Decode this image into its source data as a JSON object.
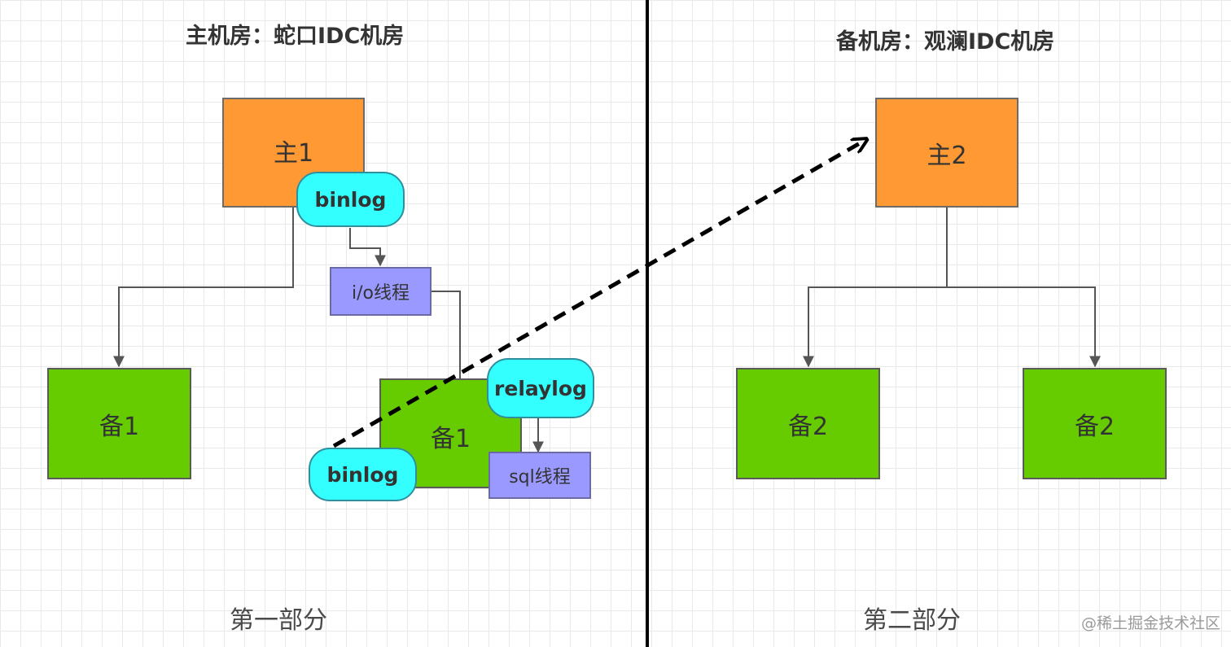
{
  "left_room": {
    "title": "主机房：蛇口IDC机房",
    "master": "主1",
    "master_binlog": "binlog",
    "io_thread": "i/o线程",
    "slave_left": "备1",
    "slave_center": "备1",
    "relaylog": "relaylog",
    "sql_thread": "sql线程",
    "slave_binlog": "binlog",
    "part_label": "第一部分"
  },
  "right_room": {
    "title": "备机房：观澜IDC机房",
    "master": "主2",
    "slave_a": "备2",
    "slave_b": "备2",
    "part_label": "第二部分"
  },
  "watermark": "@稀土掘金技术社区",
  "colors": {
    "master": "#ff9933",
    "slave": "#66cc00",
    "log": "#33ffff",
    "thread": "#9999ff"
  }
}
